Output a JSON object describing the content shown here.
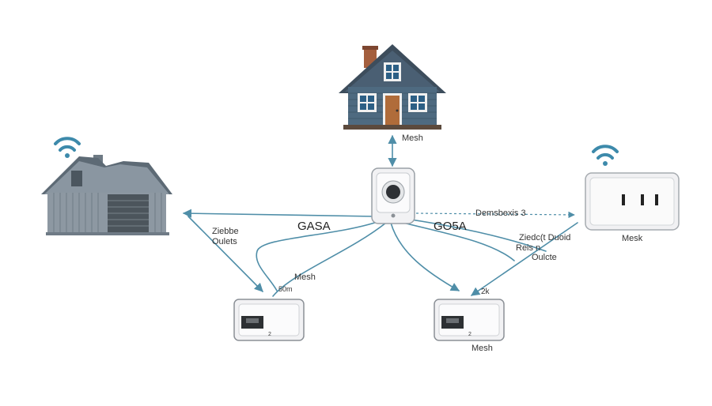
{
  "colors": {
    "link": "#4f8ea8",
    "wifi": "#3d8aab",
    "house_wall": "#4e6a80",
    "house_roof": "#3d4d5c",
    "shed_wall": "#8d98a2",
    "device": "#f2f2f4"
  },
  "nodes": {
    "main_house": {
      "icon": "house-icon",
      "link_label": "Mesh"
    },
    "shed": {
      "icon": "shed-icon",
      "wifi_icon": "wifi-icon"
    },
    "hub": {
      "icon": "smart-plug-hub-icon"
    },
    "right_outlet": {
      "icon": "wall-outlet-icon",
      "wifi_icon": "wifi-icon",
      "label": "Mesk"
    },
    "bottom_left_plug": {
      "icon": "ethernet-plug-icon",
      "small_mark": "2"
    },
    "bottom_right_plug": {
      "icon": "ethernet-plug-icon",
      "small_mark": "2",
      "label": "Mesh"
    }
  },
  "edge_labels": {
    "hub_to_shed": "GASA",
    "hub_to_right": "GO5A",
    "dashed_top": "Demsbexis 3",
    "shed_side_line1": "Ziebbe",
    "shed_side_line2": "Oulets",
    "left_mesh": "Mesh",
    "left_mesh_sub": "50m",
    "right_cluster_line1": "Ziedc(t Duoid",
    "right_cluster_line2": "Reis n",
    "right_cluster_line3": "Oulcte",
    "right_plug_top": "2k"
  }
}
